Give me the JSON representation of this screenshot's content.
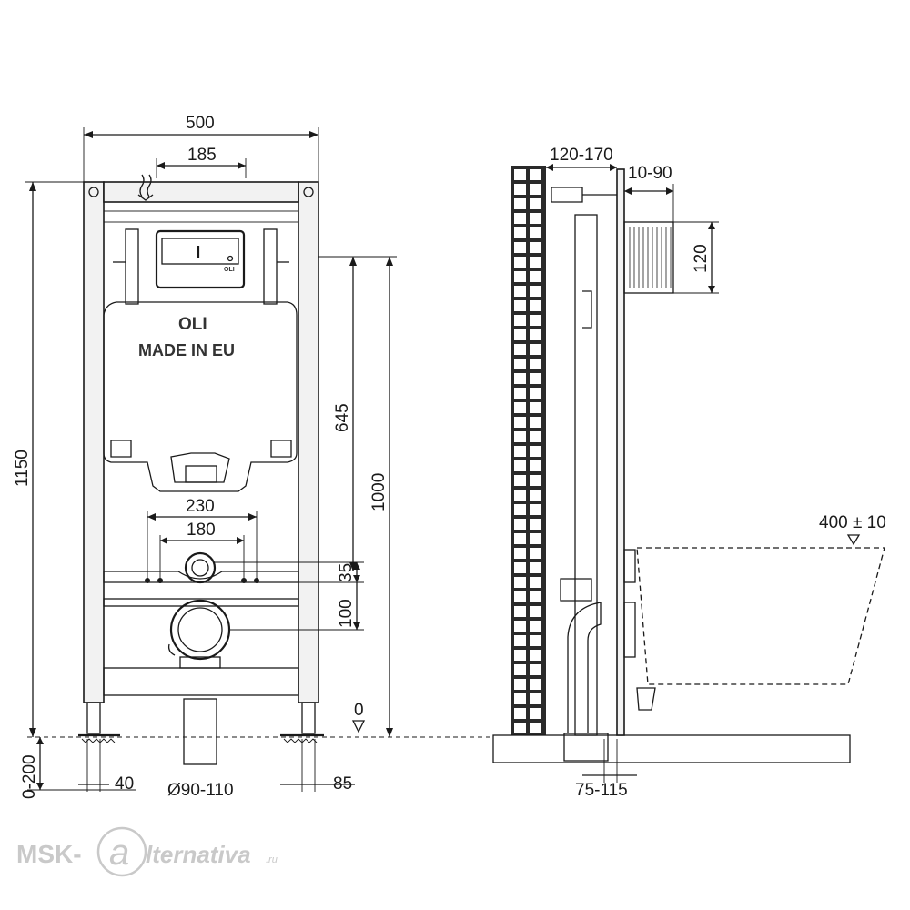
{
  "front_view": {
    "width_total": "500",
    "width_flush": "185",
    "height_total": "1150",
    "height_645": "645",
    "height_1000": "1000",
    "width_230": "230",
    "width_180": "180",
    "dim_35": "35",
    "dim_100": "100",
    "legs_adjust": "0-200",
    "foot_40": "40",
    "drain_diameter": "Ø90-110",
    "foot_85": "85",
    "floor_level_mark": "0",
    "tank_brand": "OLI",
    "tank_made_in": "MADE IN EU",
    "tank_small_logo": "OLI"
  },
  "side_view": {
    "depth_wall": "120-170",
    "depth_rail": "10-90",
    "panel_height": "120",
    "bowl_height": "400 ± 10",
    "floor_depth": "75-115"
  },
  "watermark": {
    "prefix": "MSK-",
    "letter": "a",
    "suffix": "lternativa",
    "tld": ".ru"
  },
  "colors": {
    "line": "#1a1a1a",
    "fill_light": "#f2f2f2",
    "watermark": "#c9c9c9"
  }
}
